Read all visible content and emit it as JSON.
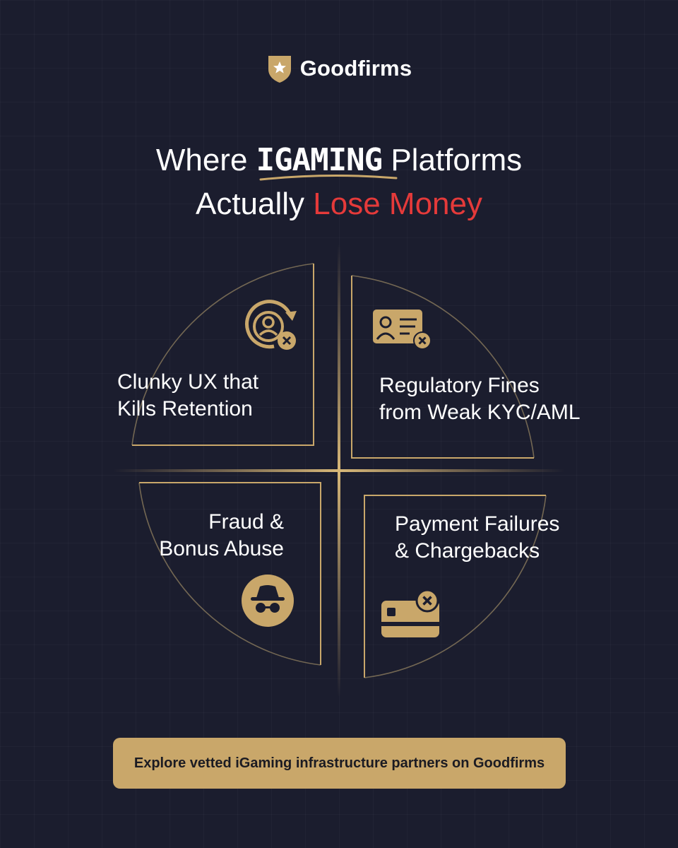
{
  "brand": {
    "name": "Goodfirms",
    "logo_icon": "shield-star-icon",
    "accent": "#c9a76a"
  },
  "headline": {
    "line1_before": "Where",
    "line1_highlight": "IGAMING",
    "line1_after": "Platforms",
    "line2_before": "Actually",
    "line2_highlight": "Lose Money",
    "highlight_color": "#e53a3a"
  },
  "quadrants": [
    {
      "line1": "Clunky UX that",
      "line2": "Kills Retention",
      "icon": "user-refresh-x-icon"
    },
    {
      "line1": "Regulatory Fines",
      "line2": "from Weak KYC/AML",
      "icon": "id-card-x-icon"
    },
    {
      "line1": "Fraud &",
      "line2": "Bonus Abuse",
      "icon": "spy-hat-icon"
    },
    {
      "line1": "Payment Failures",
      "line2": "& Chargebacks",
      "icon": "credit-card-x-icon"
    }
  ],
  "cta": {
    "label": "Explore vetted iGaming infrastructure partners on Goodfirms"
  },
  "colors": {
    "background": "#1b1d2e",
    "gold": "#c9a76a",
    "text": "#ffffff"
  }
}
